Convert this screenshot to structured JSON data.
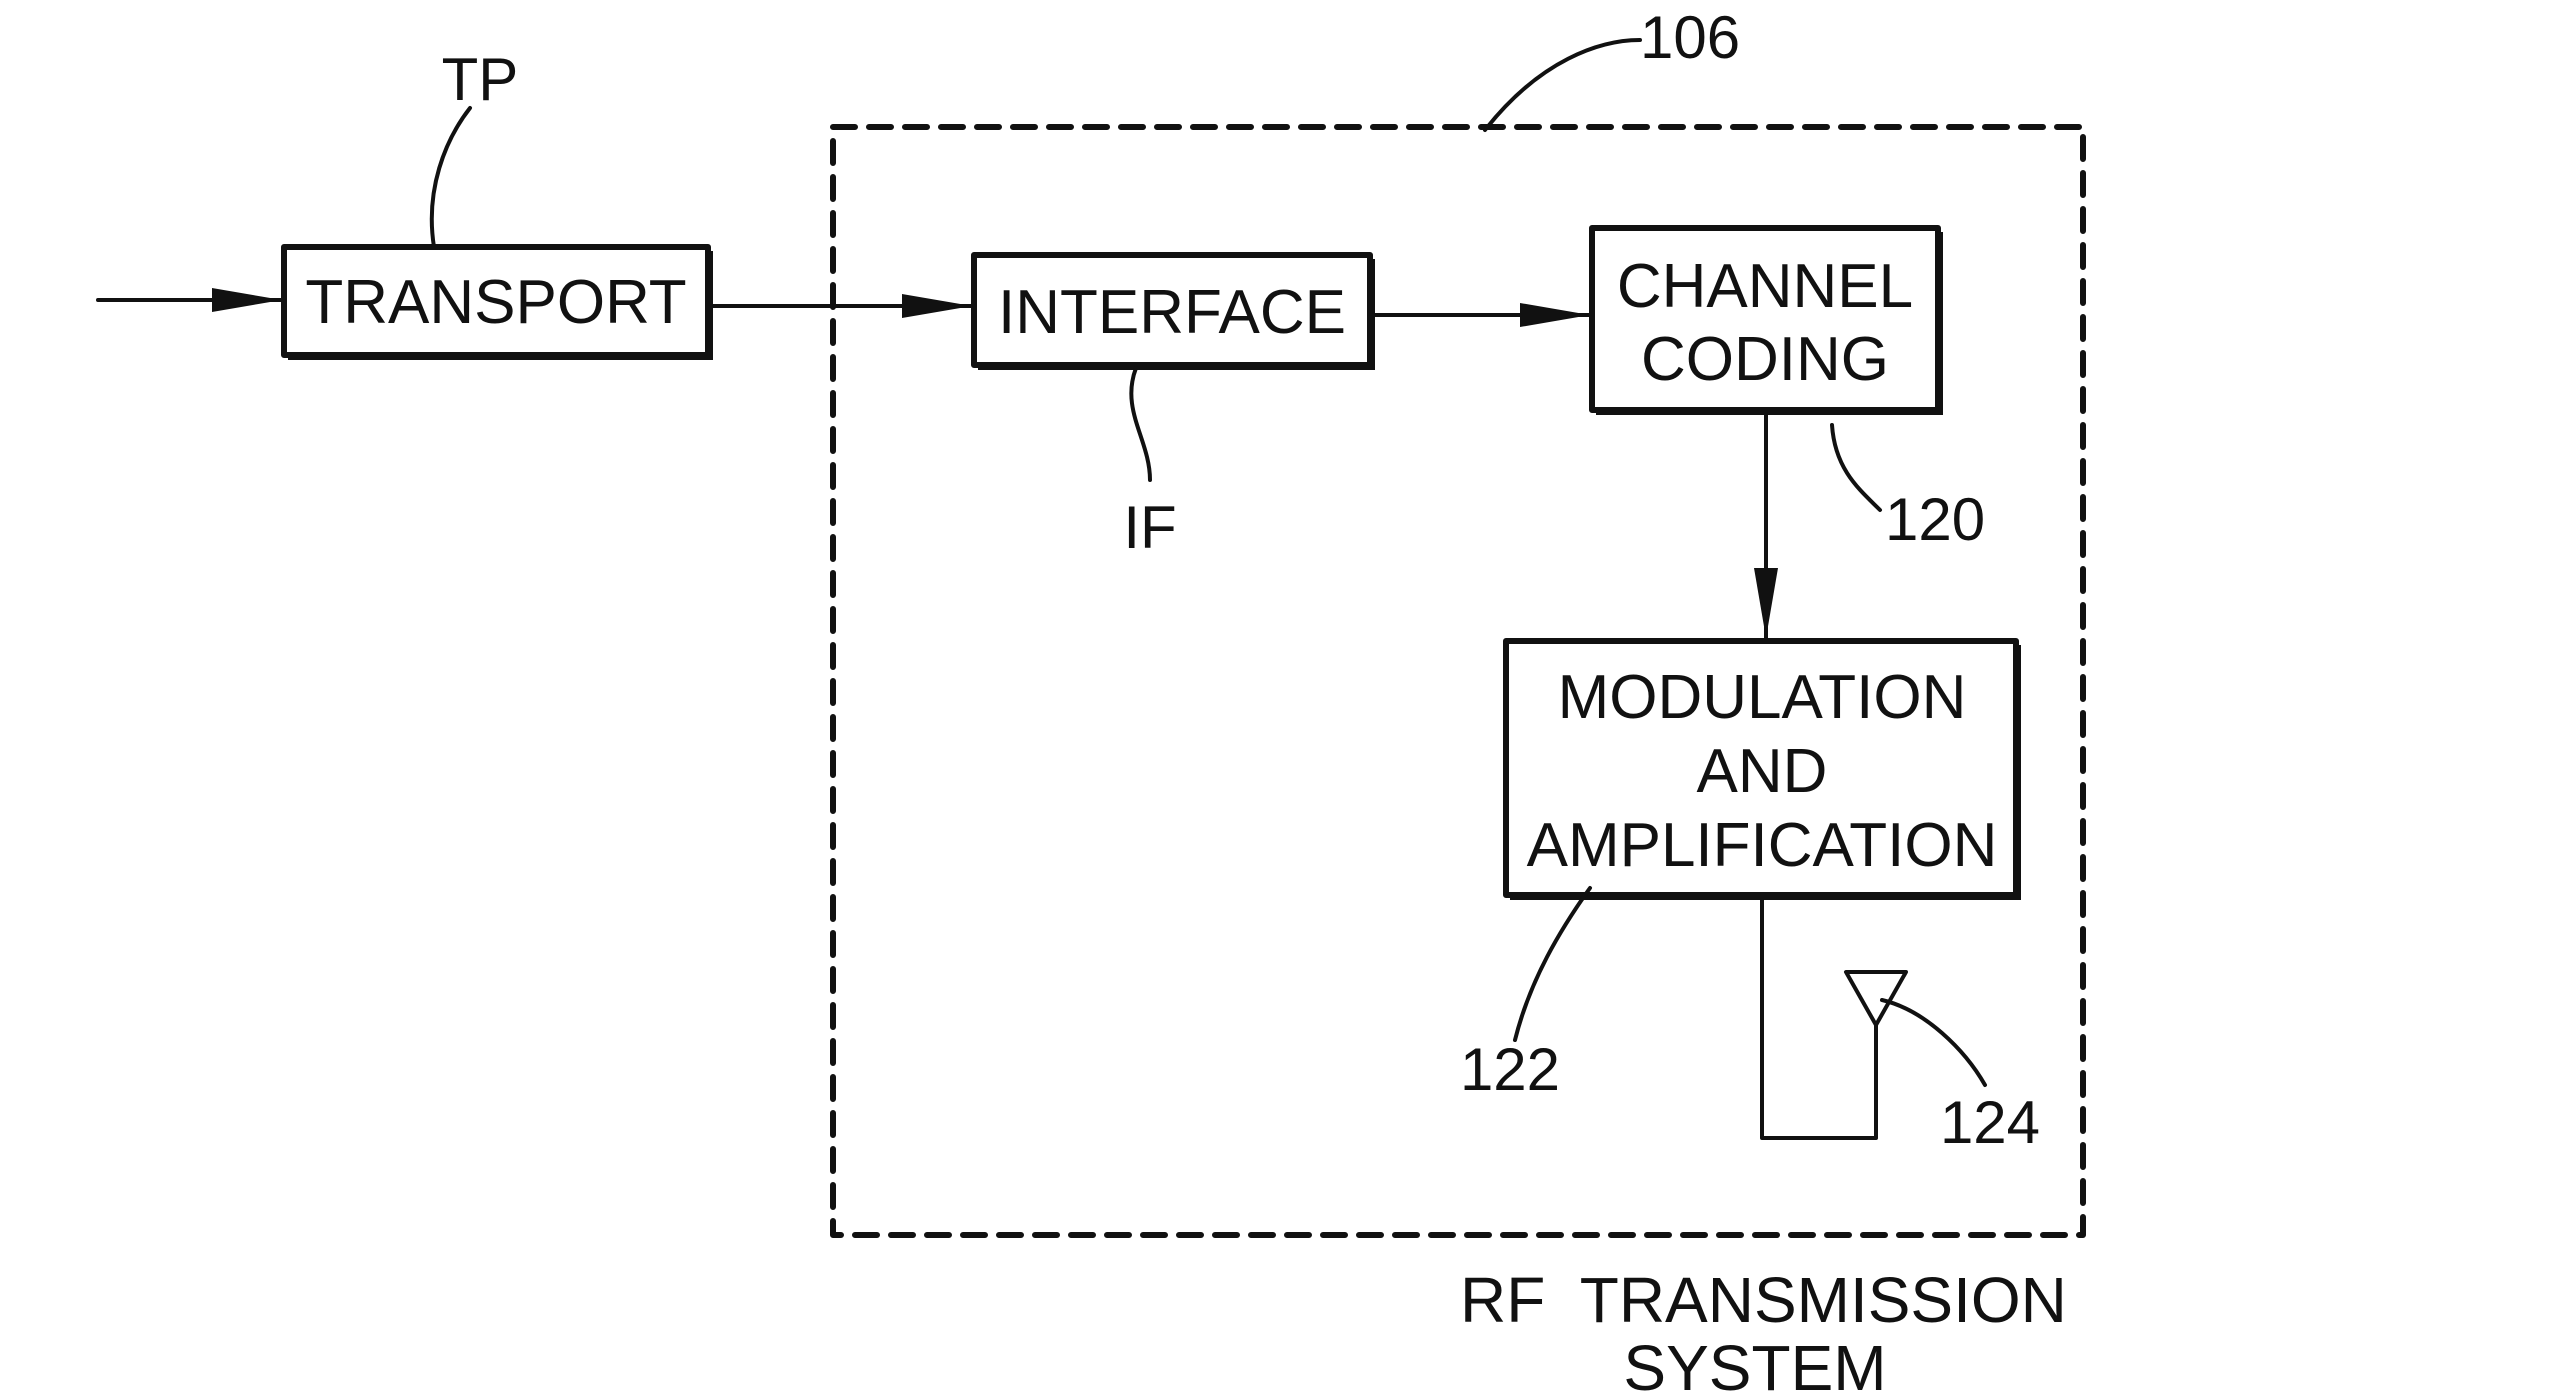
{
  "figure": {
    "reference_106": "106",
    "blocks": {
      "transport": {
        "label": "TRANSPORT",
        "ref": "TP"
      },
      "interface": {
        "label": "INTERFACE",
        "ref": "IF"
      },
      "channel_coding": {
        "lines": [
          "CHANNEL",
          "CODING"
        ],
        "ref": "120"
      },
      "modulation": {
        "lines": [
          "MODULATION",
          "AND",
          "AMPLIFICATION"
        ],
        "ref": "122"
      },
      "antenna": {
        "ref": "124"
      }
    },
    "caption": {
      "lines": [
        "RF  TRANSMISSION",
        "SYSTEM"
      ]
    }
  }
}
